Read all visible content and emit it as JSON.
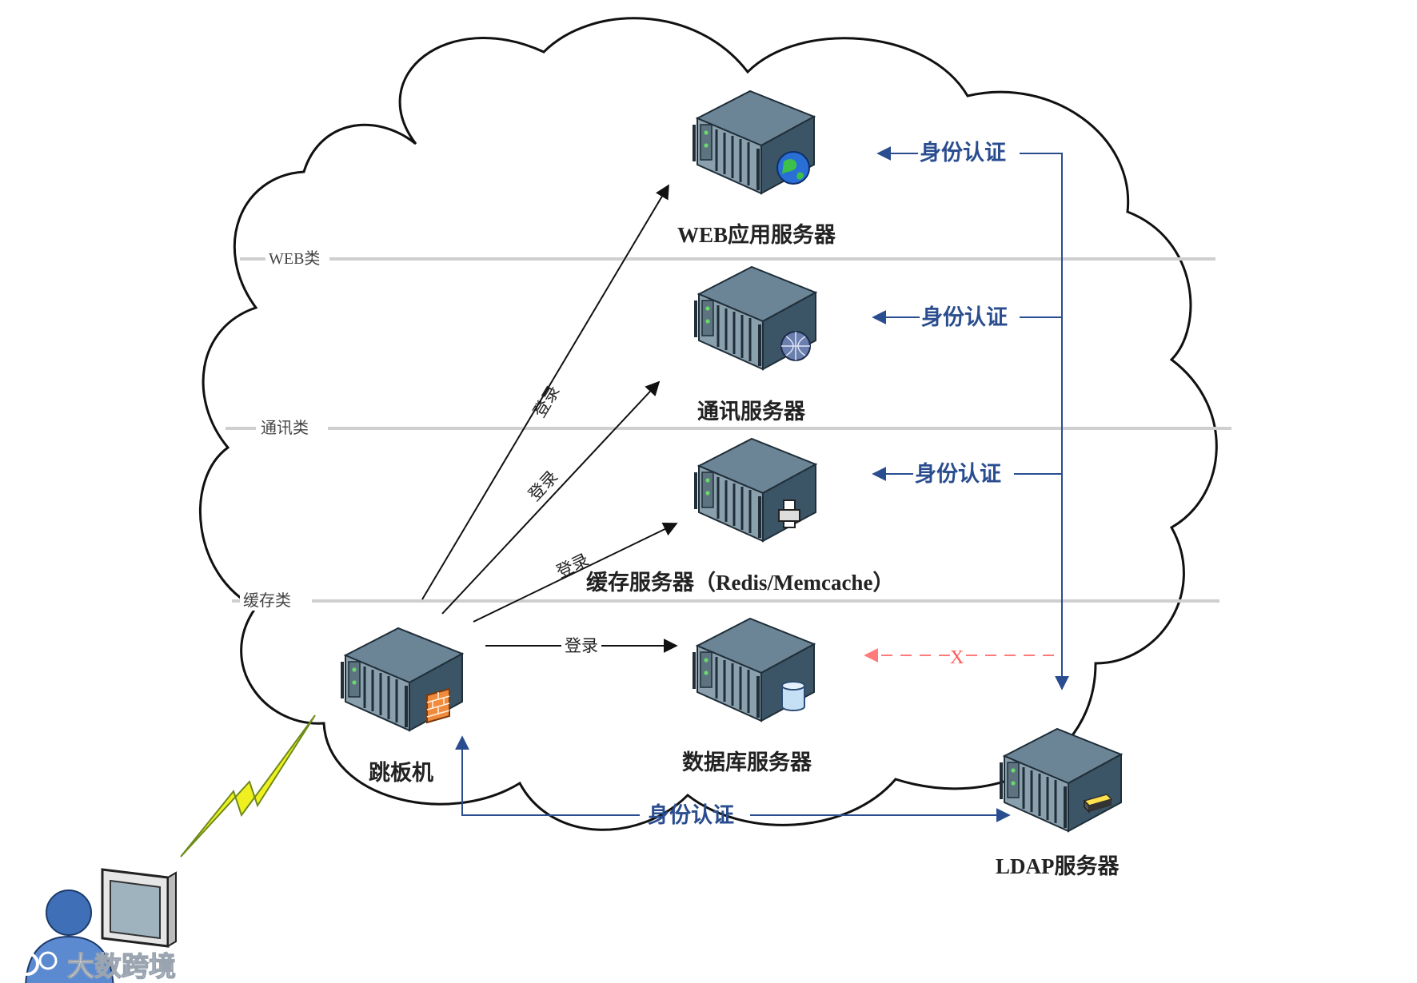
{
  "zones": {
    "web": "WEB类",
    "comm": "通讯类",
    "cache": "缓存类"
  },
  "servers": {
    "web": "WEB应用服务器",
    "comm": "通讯服务器",
    "cache": "缓存服务器（Redis/Memcache）",
    "db": "数据库服务器",
    "jump": "跳板机",
    "ldap": "LDAP服务器"
  },
  "edges": {
    "login_label": "登录",
    "auth_label": "身份认证",
    "blocked_label": "X"
  },
  "watermark": "大数跨境",
  "colors": {
    "auth_line": "#2a4d8f",
    "blocked_line": "#ff6b6b",
    "login_line": "#111111",
    "zone_line": "#cfcfcf",
    "server_body": "#3e5c6e"
  },
  "icons": {
    "web": "globe-icon",
    "comm": "network-globe-icon",
    "cache": "printer-icon",
    "db": "database-cylinder-icon",
    "jump": "firewall-brick-icon",
    "ldap": "ldap-card-icon",
    "link": "lightning-icon",
    "user": "user-computer-icon"
  }
}
